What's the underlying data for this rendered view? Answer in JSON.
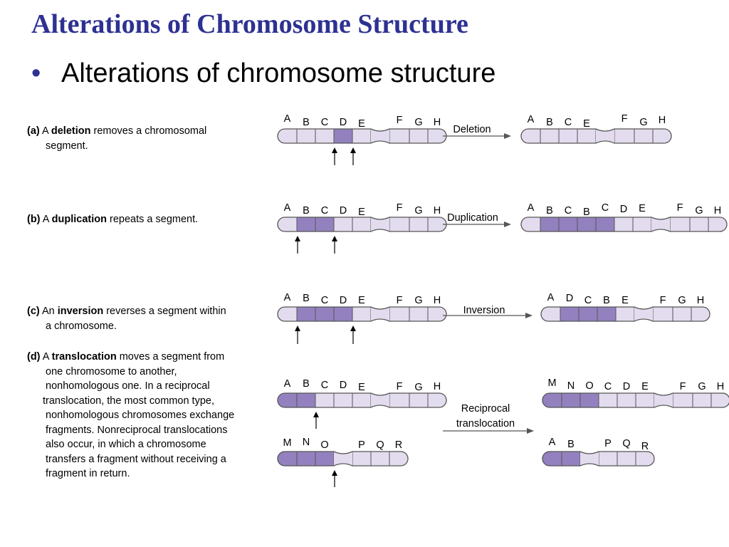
{
  "slide": {
    "title": "Alterations of Chromosome Structure",
    "bullet": "Alterations of chromosome structure"
  },
  "colors": {
    "title": "#2e3192",
    "chromosome_light": "#e3dcee",
    "chromosome_dark": "#9381bf",
    "outline": "#555555"
  },
  "panels": {
    "deletion": {
      "tag": "(a)",
      "pre": " A ",
      "term": "deletion",
      "post": " removes a chromosomal",
      "line2": "segment.",
      "arrow_label": "Deletion",
      "before_letters": [
        "A",
        "B",
        "C",
        "D",
        "E",
        "F",
        "G",
        "H"
      ],
      "after_letters": [
        "A",
        "B",
        "C",
        "E",
        "F",
        "G",
        "H"
      ]
    },
    "duplication": {
      "tag": "(b)",
      "pre": " A ",
      "term": "duplication",
      "post": " repeats a segment.",
      "arrow_label": "Duplication",
      "before_letters": [
        "A",
        "B",
        "C",
        "D",
        "E",
        "F",
        "G",
        "H"
      ],
      "after_letters": [
        "A",
        "B",
        "C",
        "B",
        "C",
        "D",
        "E",
        "F",
        "G",
        "H"
      ]
    },
    "inversion": {
      "tag": "(c)",
      "pre": " An ",
      "term": "inversion",
      "post": " reverses a segment within",
      "line2": "a chromosome.",
      "arrow_label": "Inversion",
      "before_letters": [
        "A",
        "B",
        "C",
        "D",
        "E",
        "F",
        "G",
        "H"
      ],
      "after_letters": [
        "A",
        "D",
        "C",
        "B",
        "E",
        "F",
        "G",
        "H"
      ]
    },
    "translocation": {
      "tag": "(d)",
      "pre": " A ",
      "term": "translocation",
      "post": " moves a segment from",
      "lines": [
        "one chromosome to another,",
        "nonhomologous one. In a reciprocal",
        "translocation, the most common type,",
        "nonhomologous chromosomes exchange",
        "fragments. Nonreciprocal translocations",
        "also occur, in which a chromosome",
        "transfers a fragment without receiving a",
        "fragment in return."
      ],
      "arrow_label_1": "Reciprocal",
      "arrow_label_2": "translocation",
      "before_top_letters": [
        "A",
        "B",
        "C",
        "D",
        "E",
        "F",
        "G",
        "H"
      ],
      "before_bottom_letters": [
        "M",
        "N",
        "O",
        "P",
        "Q",
        "R"
      ],
      "after_top_letters": [
        "M",
        "N",
        "O",
        "C",
        "D",
        "E",
        "F",
        "G",
        "H"
      ],
      "after_bottom_letters": [
        "A",
        "B",
        "P",
        "Q",
        "R"
      ]
    }
  }
}
